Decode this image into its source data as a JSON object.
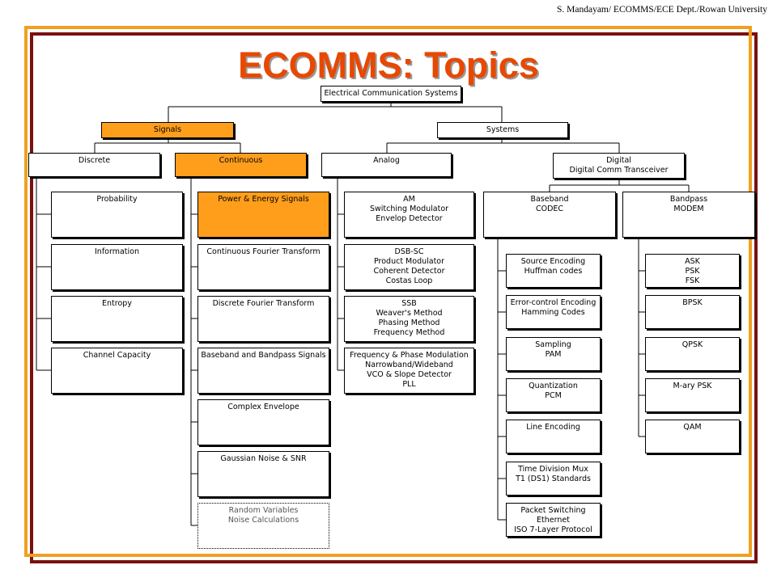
{
  "header": {
    "credit": "S. Mandayam/ ECOMMS/ECE Dept./Rowan University",
    "title": "ECOMMS: Topics"
  },
  "colors": {
    "title": "#e84800",
    "highlight": "#ff9e1b",
    "frame_outer": "#7a1010",
    "frame_inner": "#f0a020"
  },
  "tree": {
    "root": [
      "Electrical Communication Systems"
    ],
    "signals": [
      "Signals"
    ],
    "systems": [
      "Systems"
    ],
    "discrete": [
      "Discrete"
    ],
    "continuous": [
      "Continuous"
    ],
    "analog": [
      "Analog"
    ],
    "digital": [
      "Digital",
      "Digital Comm Transceiver"
    ],
    "probability": [
      "Probability"
    ],
    "information": [
      "Information"
    ],
    "entropy": [
      "Entropy"
    ],
    "channel_capacity": [
      "Channel Capacity"
    ],
    "power_energy": [
      "Power & Energy Signals"
    ],
    "cft": [
      "Continuous Fourier Transform"
    ],
    "dft": [
      "Discrete Fourier Transform"
    ],
    "baseband_bandpass": [
      "Baseband and Bandpass Signals"
    ],
    "complex_envelope": [
      "Complex Envelope"
    ],
    "gaussian_noise": [
      "Gaussian Noise & SNR"
    ],
    "random_variables": [
      "Random Variables",
      "Noise Calculations"
    ],
    "am": [
      "AM",
      "Switching Modulator",
      "Envelop Detector"
    ],
    "dsb": [
      "DSB-SC",
      "Product Modulator",
      "Coherent Detector",
      "Costas Loop"
    ],
    "ssb": [
      "SSB",
      "Weaver's Method",
      "Phasing Method",
      "Frequency Method"
    ],
    "fm": [
      "Frequency & Phase Modulation",
      "Narrowband/Wideband",
      "VCO & Slope Detector",
      "PLL"
    ],
    "baseband": [
      "Baseband",
      "CODEC"
    ],
    "bandpass": [
      "Bandpass",
      "MODEM"
    ],
    "source_encoding": [
      "Source Encoding",
      "Huffman codes"
    ],
    "error_control": [
      "Error-control Encoding",
      "Hamming Codes"
    ],
    "sampling": [
      "Sampling",
      "PAM"
    ],
    "quantization": [
      "Quantization",
      "PCM"
    ],
    "line_encoding": [
      "Line Encoding"
    ],
    "tdm": [
      "Time Division Mux",
      "T1 (DS1) Standards"
    ],
    "packet_switching": [
      "Packet Switching",
      "Ethernet",
      "ISO 7-Layer Protocol"
    ],
    "ask": [
      "ASK",
      "PSK",
      "FSK"
    ],
    "bpsk": [
      "BPSK"
    ],
    "qpsk": [
      "QPSK"
    ],
    "mary_psk": [
      "M-ary PSK"
    ],
    "qam": [
      "QAM"
    ]
  }
}
